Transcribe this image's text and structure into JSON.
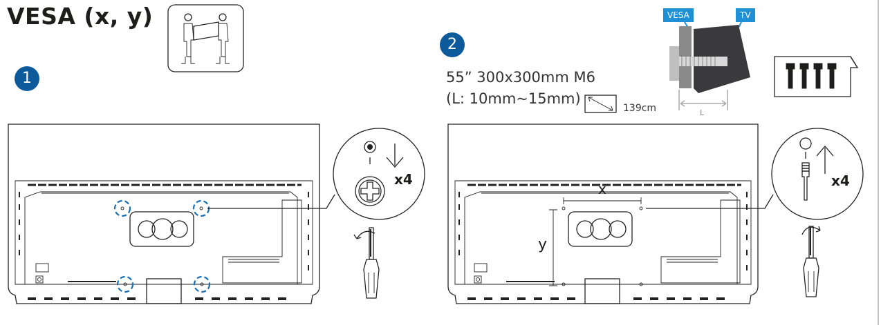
{
  "title": "VESA (x, y)",
  "steps": [
    {
      "number": "1"
    },
    {
      "number": "2"
    }
  ],
  "spec": {
    "line1": "55”  300x300mm M6",
    "line2": "(L: 10mm~15mm)",
    "size": "139cm"
  },
  "diagram_labels": {
    "vesa": "VESA",
    "tv": "TV",
    "length": "L",
    "x": "x",
    "y": "y",
    "count_left": "x4",
    "count_right": "x4"
  },
  "colors": {
    "badge": "#0d5a9a",
    "tag": "#1f8fd6",
    "screw_marker": "#1a6fb5"
  },
  "icons": [
    "two-person-lift-icon",
    "screw-down-icon",
    "phillips-screw-icon",
    "screwdriver-icon",
    "spacer-up-icon",
    "screw-bag-icon",
    "bracket-side-view-icon",
    "screen-diagonal-icon"
  ]
}
